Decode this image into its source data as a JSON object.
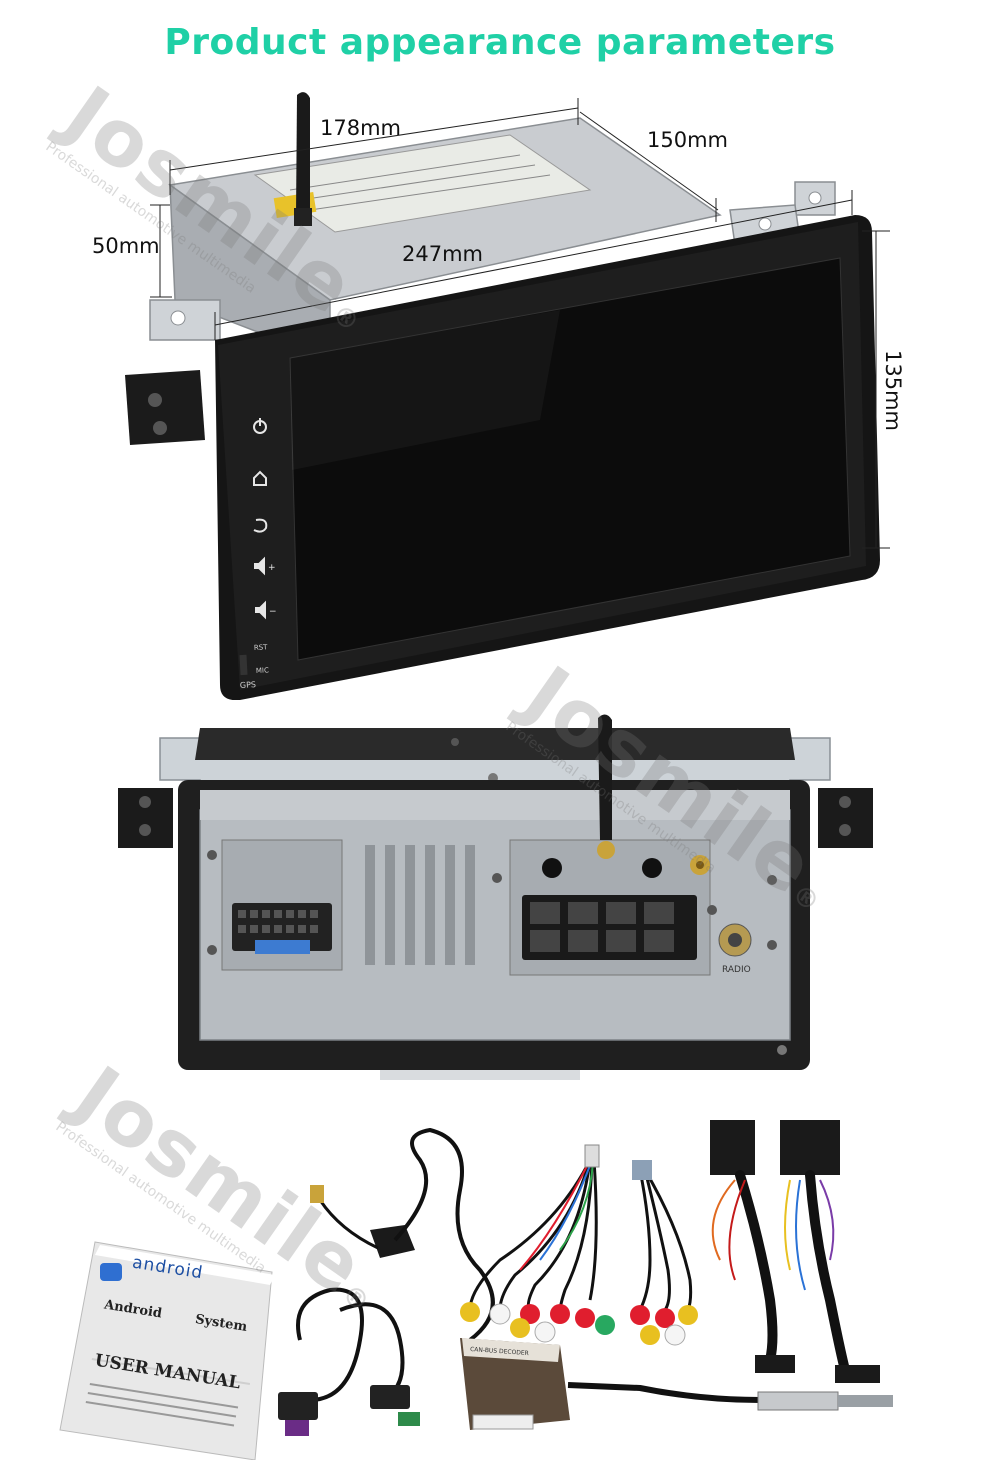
{
  "header": {
    "title": "Product appearance parameters"
  },
  "dimensions": {
    "depth": "178mm",
    "side": "150mm",
    "height_rear": "50mm",
    "width": "247mm",
    "height_front": "135mm"
  },
  "front_panel": {
    "buttons": [
      "power-icon",
      "home-icon",
      "back-icon",
      "volume-up-icon",
      "volume-down-icon"
    ],
    "labels": {
      "rst": "RST",
      "mic": "MIC",
      "gps": "GPS"
    }
  },
  "rear_panel": {
    "radio_label": "RADIO"
  },
  "watermark": {
    "brand": "Josmile",
    "tagline": "Professional automotive multimedia",
    "mark": "®"
  },
  "accessories": {
    "manual": {
      "android": "android",
      "android_word": "Android",
      "system_word": "System",
      "title": "USER MANUAL"
    },
    "canbox_label": "CAN-BUS DECODER"
  },
  "colors": {
    "title": "#1fd0a6",
    "screen": "#111111",
    "chassis": "#b8bcc0"
  }
}
